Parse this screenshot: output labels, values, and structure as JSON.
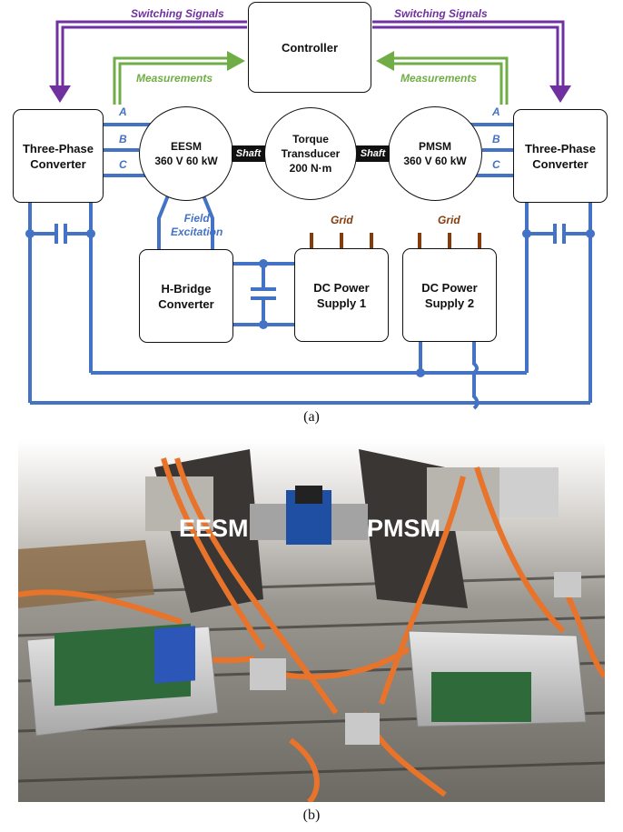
{
  "diagram": {
    "controller": "Controller",
    "converter_left": "Three-Phase\nConverter",
    "converter_right": "Three-Phase\nConverter",
    "eesm": "EESM\n360 V 60 kW",
    "torque": "Torque\nTransducer\n200 N·m",
    "pmsm": "PMSM\n360 V 60 kW",
    "hbridge": "H-Bridge\nConverter",
    "dc1": "DC Power\nSupply 1",
    "dc2": "DC Power\nSupply 2",
    "switching_left": "Switching Signals",
    "switching_right": "Switching Signals",
    "measurements_left": "Measurements",
    "measurements_right": "Measurements",
    "phase_left": [
      "A",
      "B",
      "C"
    ],
    "phase_right": [
      "A",
      "B",
      "C"
    ],
    "shaft_left": "Shaft",
    "shaft_right": "Shaft",
    "field_excitation": "Field\nExcitation",
    "grid_1": "Grid",
    "grid_2": "Grid",
    "caption": "(a)"
  },
  "photo": {
    "label_eesm": "EESM",
    "label_pmsm": "PMSM",
    "caption": "(b)"
  },
  "colors": {
    "switching": "#7030a0",
    "measurements": "#70ad47",
    "power": "#4472c4",
    "grid": "#843c0c",
    "text": "#111111"
  }
}
